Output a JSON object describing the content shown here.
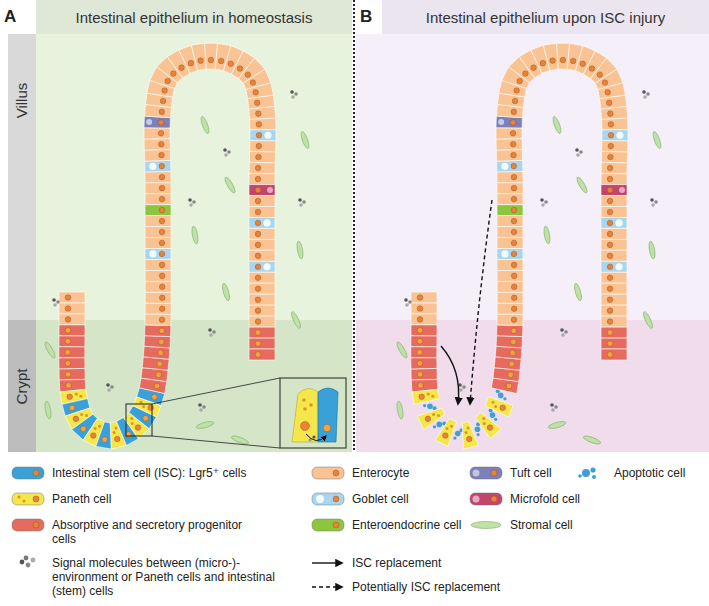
{
  "diagram": {
    "nodes": [
      {
        "text": [
          "A",
          "Intestinal epithelium in homeostasis"
        ]
      },
      {
        "text": [
          "Villus"
        ],
        "in": 0
      },
      {
        "text": [
          "Crypt"
        ],
        "in": 0
      },
      {
        "text": [
          "B",
          "Intestinal epithelium upon ISC injury"
        ]
      }
    ],
    "legend": [
      {
        "text": "Intestinal stem cell (ISC): Lgr5⁺ cells",
        "color": "#3aa0d8"
      },
      {
        "text": "Enterocyte",
        "color": "#f9c394"
      },
      {
        "text": "Tuft cell",
        "color": "#7c7fb8"
      },
      {
        "text": "Apoptotic cell",
        "color": "#3f9fd6"
      },
      {
        "text": "Paneth cell",
        "color": "#f5e64c"
      },
      {
        "text": "Goblet cell",
        "color": "#a8d6ee"
      },
      {
        "text": "Microfold cell",
        "color": "#c2456c"
      },
      {
        "text": "Absorptive and secretory progenitor cells",
        "color": "#e66b5f"
      },
      {
        "text": "Enteroendocrine cell",
        "color": "#8cc63f"
      },
      {
        "text": "Stromal cell",
        "color": "#bfe0a6"
      },
      {
        "text": "Signal molecules between (micro-)-environment or Paneth cells and intestinal (stem) cells"
      },
      {
        "text": "ISC replacement"
      },
      {
        "text": "Potentially ISC replacement"
      }
    ]
  }
}
